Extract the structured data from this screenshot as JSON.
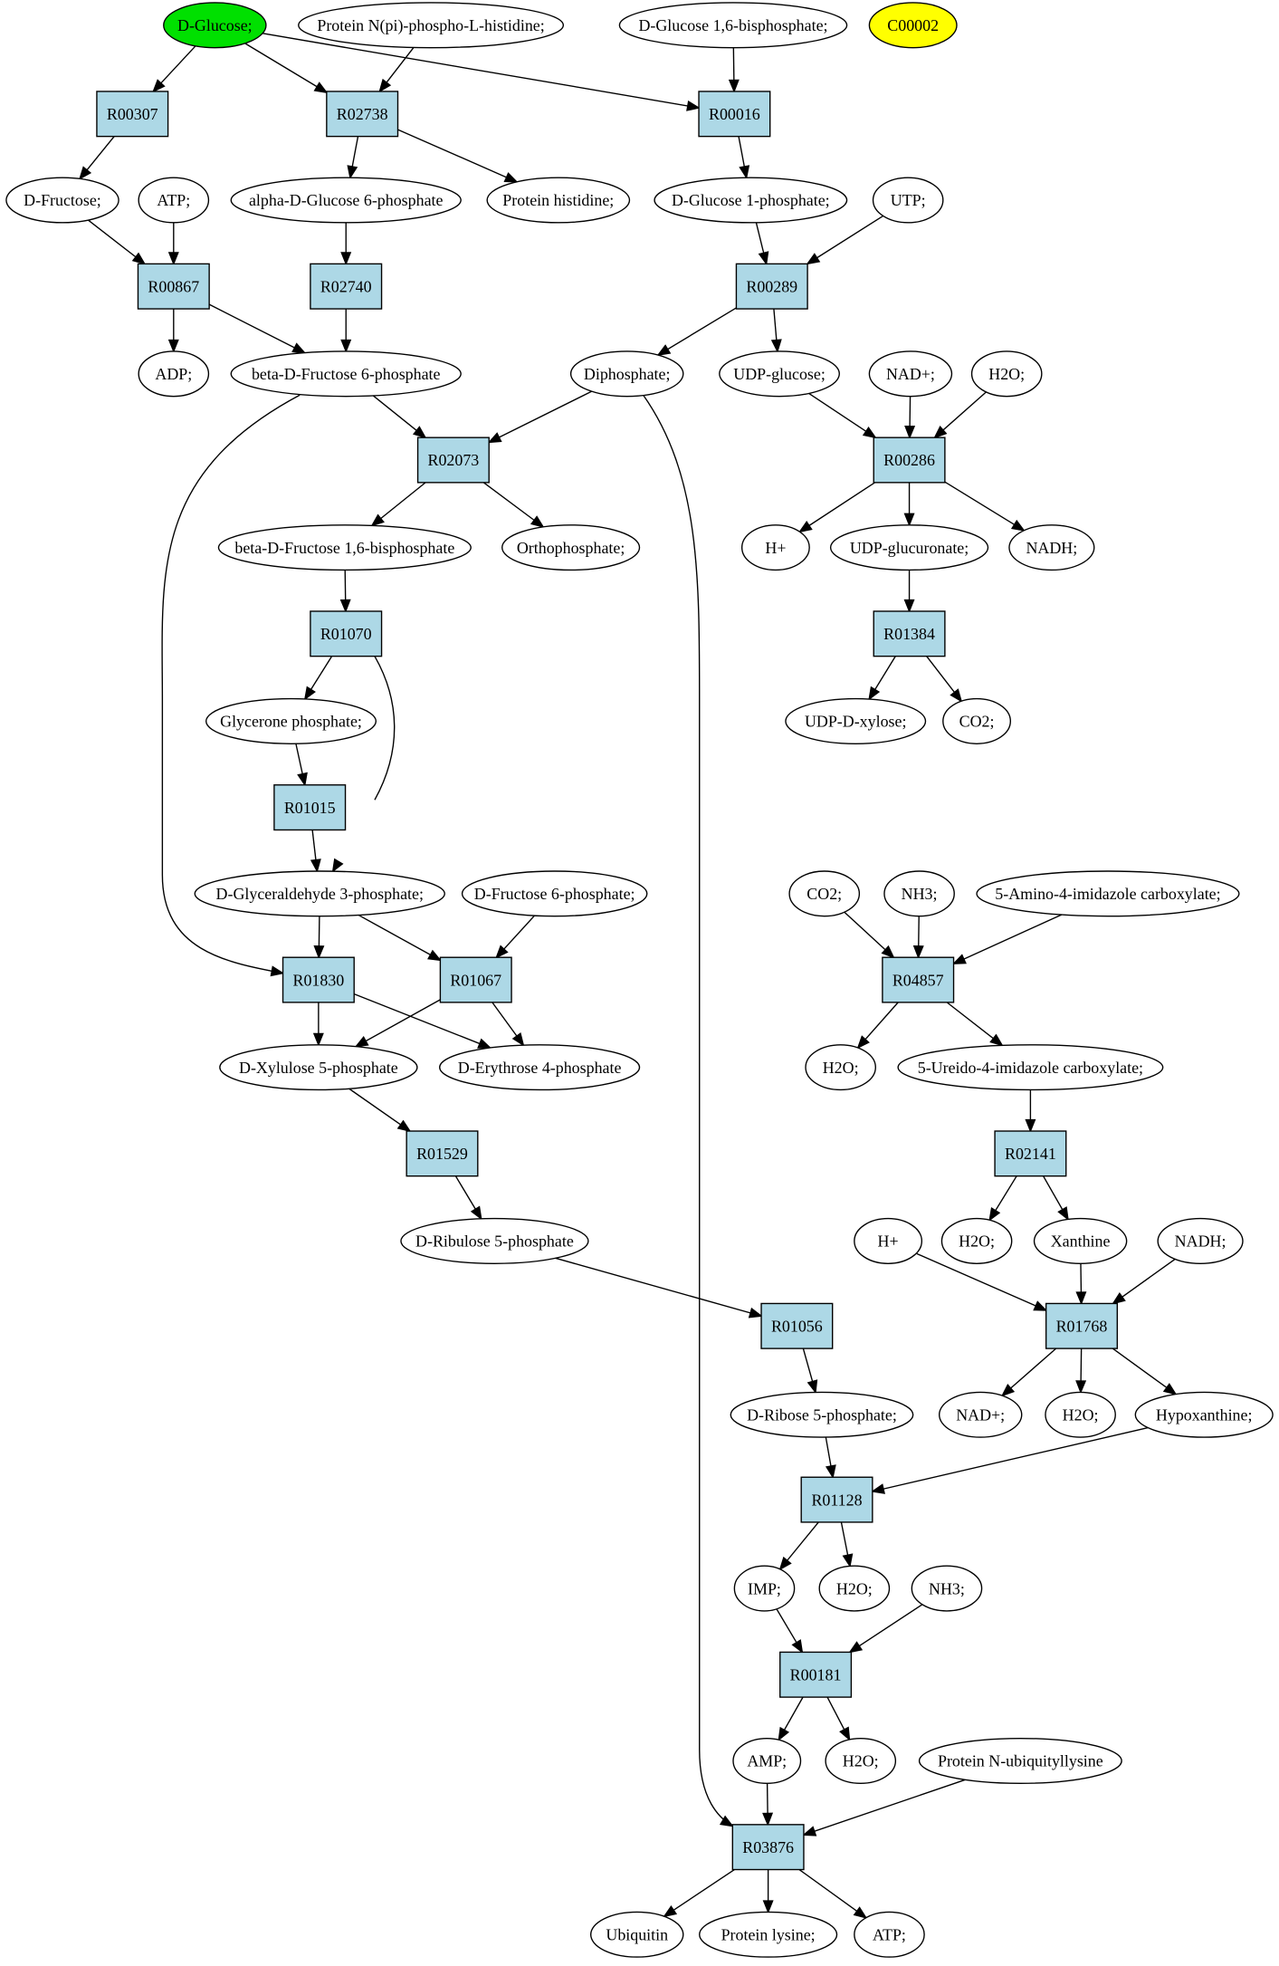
{
  "compounds": [
    {
      "id": "glucose",
      "label": "D-Glucose;",
      "highlight": "#00e000"
    },
    {
      "id": "protnpi",
      "label": "Protein N(pi)-phospho-L-histidine;"
    },
    {
      "id": "g16bp",
      "label": "D-Glucose 1,6-bisphosphate;"
    },
    {
      "id": "c00002",
      "label": "C00002",
      "highlight": "#ffff00"
    },
    {
      "id": "fructose",
      "label": "D-Fructose;"
    },
    {
      "id": "atp1",
      "label": "ATP;"
    },
    {
      "id": "ag6p",
      "label": "alpha-D-Glucose 6-phosphate"
    },
    {
      "id": "prothis",
      "label": "Protein histidine;"
    },
    {
      "id": "g1p",
      "label": "D-Glucose 1-phosphate;"
    },
    {
      "id": "utp",
      "label": "UTP;"
    },
    {
      "id": "adp",
      "label": "ADP;"
    },
    {
      "id": "bf6p",
      "label": "beta-D-Fructose 6-phosphate"
    },
    {
      "id": "diphos",
      "label": "Diphosphate;"
    },
    {
      "id": "udpglc",
      "label": "UDP-glucose;"
    },
    {
      "id": "nadp1",
      "label": "NAD+;"
    },
    {
      "id": "h2o1",
      "label": "H2O;"
    },
    {
      "id": "bf16bp",
      "label": "beta-D-Fructose 1,6-bisphosphate"
    },
    {
      "id": "orthophos",
      "label": "Orthophosphate;"
    },
    {
      "id": "hplus1",
      "label": "H+"
    },
    {
      "id": "udpglcur",
      "label": "UDP-glucuronate;"
    },
    {
      "id": "nadh1",
      "label": "NADH;"
    },
    {
      "id": "glycerone",
      "label": "Glycerone phosphate;"
    },
    {
      "id": "udpxyl",
      "label": "UDP-D-xylose;"
    },
    {
      "id": "co2a",
      "label": "CO2;"
    },
    {
      "id": "g3p",
      "label": "D-Glyceraldehyde 3-phosphate;"
    },
    {
      "id": "df6p",
      "label": "D-Fructose 6-phosphate;"
    },
    {
      "id": "co2b",
      "label": "CO2;"
    },
    {
      "id": "nh3a",
      "label": "NH3;"
    },
    {
      "id": "aica",
      "label": "5-Amino-4-imidazole carboxylate;"
    },
    {
      "id": "x5p",
      "label": "D-Xylulose 5-phosphate"
    },
    {
      "id": "e4p",
      "label": "D-Erythrose 4-phosphate"
    },
    {
      "id": "h2o2",
      "label": "H2O;"
    },
    {
      "id": "uica",
      "label": "5-Ureido-4-imidazole carboxylate;"
    },
    {
      "id": "ru5p",
      "label": "D-Ribulose 5-phosphate"
    },
    {
      "id": "hplus2",
      "label": "H+"
    },
    {
      "id": "h2o3",
      "label": "H2O;"
    },
    {
      "id": "xanthine",
      "label": "Xanthine"
    },
    {
      "id": "nadh2",
      "label": "NADH;"
    },
    {
      "id": "r5p",
      "label": "D-Ribose 5-phosphate;"
    },
    {
      "id": "nadp2",
      "label": "NAD+;"
    },
    {
      "id": "h2o4",
      "label": "H2O;"
    },
    {
      "id": "hypox",
      "label": "Hypoxanthine;"
    },
    {
      "id": "imp",
      "label": "IMP;"
    },
    {
      "id": "h2o5",
      "label": "H2O;"
    },
    {
      "id": "nh3b",
      "label": "NH3;"
    },
    {
      "id": "amp",
      "label": "AMP;"
    },
    {
      "id": "h2o6",
      "label": "H2O;"
    },
    {
      "id": "protubiq",
      "label": "Protein N-ubiquityllysine"
    },
    {
      "id": "ubiquitin",
      "label": "Ubiquitin"
    },
    {
      "id": "protlys",
      "label": "Protein lysine;"
    },
    {
      "id": "atp2",
      "label": "ATP;"
    }
  ],
  "reactions": [
    {
      "id": "R00307",
      "label": "R00307"
    },
    {
      "id": "R02738",
      "label": "R02738"
    },
    {
      "id": "R00016",
      "label": "R00016"
    },
    {
      "id": "R00867",
      "label": "R00867"
    },
    {
      "id": "R02740",
      "label": "R02740"
    },
    {
      "id": "R00289",
      "label": "R00289"
    },
    {
      "id": "R02073",
      "label": "R02073"
    },
    {
      "id": "R00286",
      "label": "R00286"
    },
    {
      "id": "R01070",
      "label": "R01070"
    },
    {
      "id": "R01384",
      "label": "R01384"
    },
    {
      "id": "R01015",
      "label": "R01015"
    },
    {
      "id": "R01830",
      "label": "R01830"
    },
    {
      "id": "R01067",
      "label": "R01067"
    },
    {
      "id": "R04857",
      "label": "R04857"
    },
    {
      "id": "R01529",
      "label": "R01529"
    },
    {
      "id": "R02141",
      "label": "R02141"
    },
    {
      "id": "R01056",
      "label": "R01056"
    },
    {
      "id": "R01768",
      "label": "R01768"
    },
    {
      "id": "R01128",
      "label": "R01128"
    },
    {
      "id": "R00181",
      "label": "R00181"
    },
    {
      "id": "R03876",
      "label": "R03876"
    }
  ],
  "edges": [
    [
      "glucose",
      "R00307"
    ],
    [
      "glucose",
      "R02738"
    ],
    [
      "glucose",
      "R00016"
    ],
    [
      "protnpi",
      "R02738"
    ],
    [
      "g16bp",
      "R00016"
    ],
    [
      "R00307",
      "fructose"
    ],
    [
      "R02738",
      "ag6p"
    ],
    [
      "R02738",
      "prothis"
    ],
    [
      "R00016",
      "g1p"
    ],
    [
      "fructose",
      "R00867"
    ],
    [
      "atp1",
      "R00867"
    ],
    [
      "ag6p",
      "R02740"
    ],
    [
      "g1p",
      "R00289"
    ],
    [
      "utp",
      "R00289"
    ],
    [
      "R00867",
      "adp"
    ],
    [
      "R00867",
      "bf6p"
    ],
    [
      "R02740",
      "bf6p"
    ],
    [
      "R00289",
      "diphos"
    ],
    [
      "R00289",
      "udpglc"
    ],
    [
      "bf6p",
      "R02073"
    ],
    [
      "diphos",
      "R02073"
    ],
    [
      "bf6p",
      "R01830"
    ],
    [
      "diphos",
      "R03876"
    ],
    [
      "udpglc",
      "R00286"
    ],
    [
      "nadp1",
      "R00286"
    ],
    [
      "h2o1",
      "R00286"
    ],
    [
      "R02073",
      "bf16bp"
    ],
    [
      "R02073",
      "orthophos"
    ],
    [
      "R00286",
      "hplus1"
    ],
    [
      "R00286",
      "udpglcur"
    ],
    [
      "R00286",
      "nadh1"
    ],
    [
      "bf16bp",
      "R01070"
    ],
    [
      "udpglcur",
      "R01384"
    ],
    [
      "R01070",
      "glycerone"
    ],
    [
      "R01070",
      "g3p"
    ],
    [
      "R01384",
      "udpxyl"
    ],
    [
      "R01384",
      "co2a"
    ],
    [
      "glycerone",
      "R01015"
    ],
    [
      "R01015",
      "g3p"
    ],
    [
      "g3p",
      "R01830"
    ],
    [
      "g3p",
      "R01067"
    ],
    [
      "df6p",
      "R01067"
    ],
    [
      "co2b",
      "R04857"
    ],
    [
      "nh3a",
      "R04857"
    ],
    [
      "aica",
      "R04857"
    ],
    [
      "R01830",
      "x5p"
    ],
    [
      "R01830",
      "e4p"
    ],
    [
      "R01067",
      "x5p"
    ],
    [
      "R01067",
      "e4p"
    ],
    [
      "R04857",
      "h2o2"
    ],
    [
      "R04857",
      "uica"
    ],
    [
      "x5p",
      "R01529"
    ],
    [
      "uica",
      "R02141"
    ],
    [
      "R01529",
      "ru5p"
    ],
    [
      "R02141",
      "h2o3"
    ],
    [
      "R02141",
      "xanthine"
    ],
    [
      "ru5p",
      "R01056"
    ],
    [
      "hplus2",
      "R01768"
    ],
    [
      "xanthine",
      "R01768"
    ],
    [
      "nadh2",
      "R01768"
    ],
    [
      "R01056",
      "r5p"
    ],
    [
      "R01768",
      "nadp2"
    ],
    [
      "R01768",
      "h2o4"
    ],
    [
      "R01768",
      "hypox"
    ],
    [
      "r5p",
      "R01128"
    ],
    [
      "hypox",
      "R01128"
    ],
    [
      "R01128",
      "imp"
    ],
    [
      "R01128",
      "h2o5"
    ],
    [
      "imp",
      "R00181"
    ],
    [
      "nh3b",
      "R00181"
    ],
    [
      "R00181",
      "amp"
    ],
    [
      "R00181",
      "h2o6"
    ],
    [
      "amp",
      "R03876"
    ],
    [
      "protubiq",
      "R03876"
    ],
    [
      "R03876",
      "ubiquitin"
    ],
    [
      "R03876",
      "protlys"
    ],
    [
      "R03876",
      "atp2"
    ]
  ]
}
